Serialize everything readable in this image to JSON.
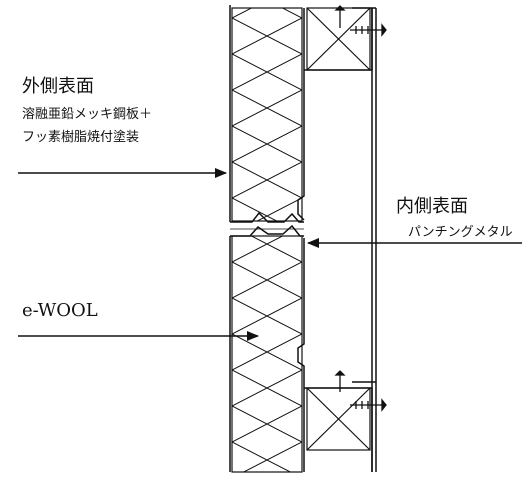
{
  "outer_surface": {
    "title": "外側表面",
    "line1": "溶融亜鉛メッキ鋼板＋",
    "line2": "フッ素樹脂焼付塗装"
  },
  "inner_surface": {
    "title": "内側表面",
    "subtitle": "パンチングメタル"
  },
  "insulation": {
    "label": "e-WOOL"
  },
  "colors": {
    "line": "#111111",
    "background": "#ffffff"
  }
}
